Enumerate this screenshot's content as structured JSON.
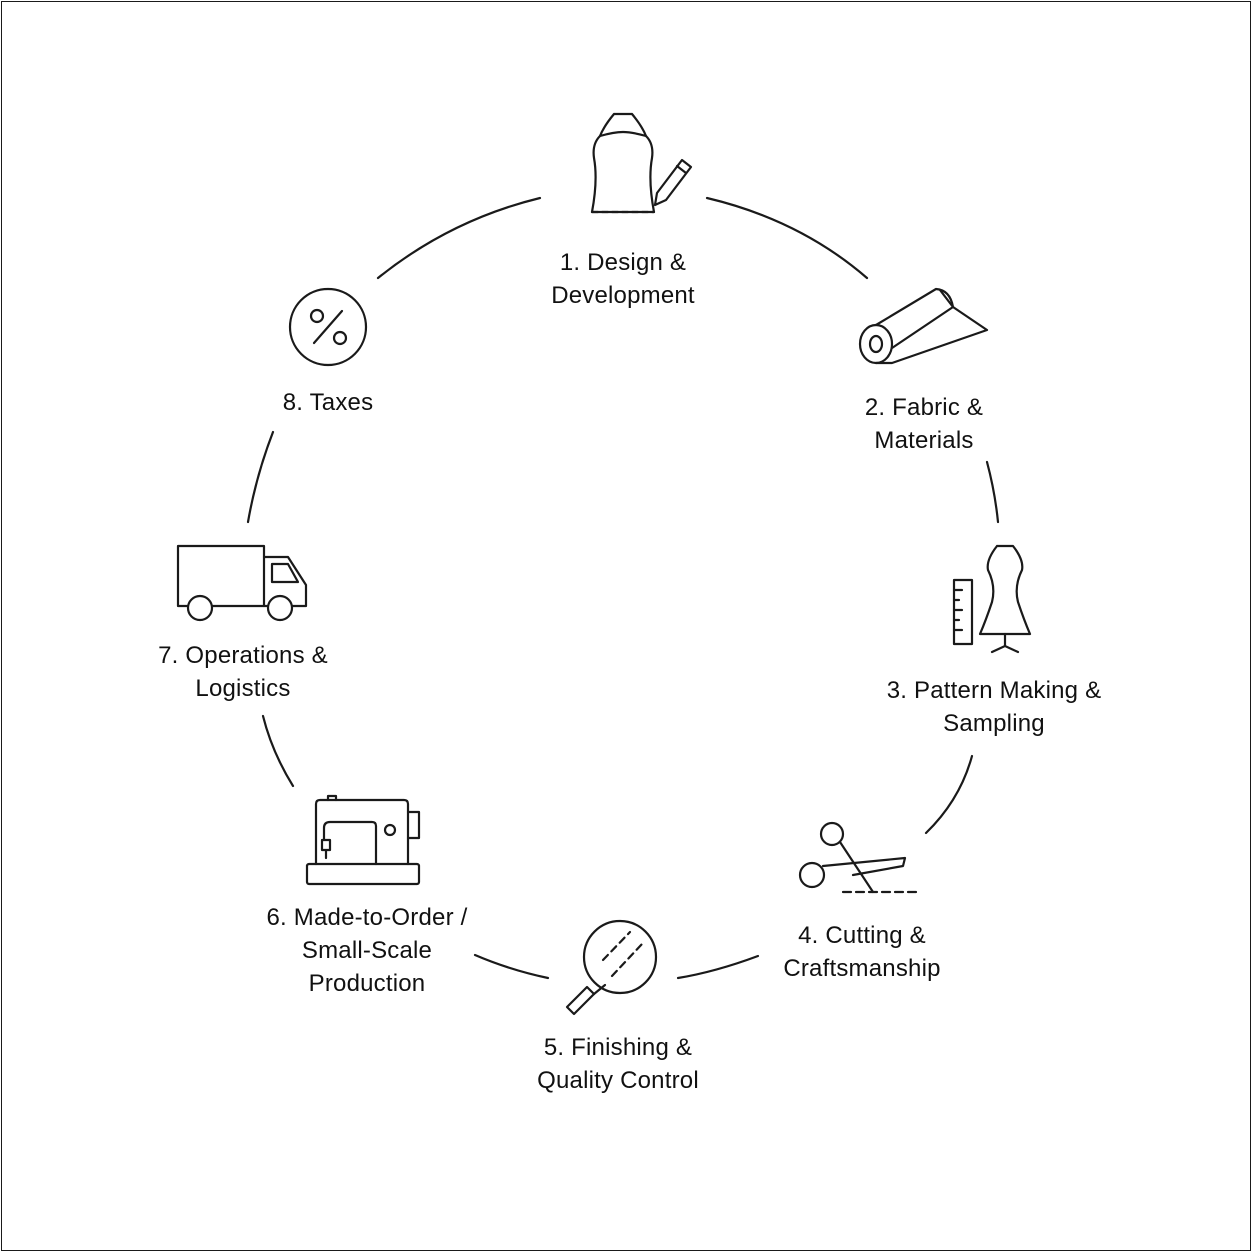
{
  "diagram": {
    "type": "cycle",
    "stroke_color": "#1a1a1a",
    "text_color": "#111111",
    "background": "#ffffff",
    "stages": [
      {
        "id": "design-development",
        "icon": "dress-form-pencil-icon",
        "lines": [
          "1. Design &",
          "Development"
        ]
      },
      {
        "id": "fabric-materials",
        "icon": "fabric-roll-icon",
        "lines": [
          "2. Fabric &",
          "Materials"
        ]
      },
      {
        "id": "pattern-making-sampling",
        "icon": "ruler-mannequin-icon",
        "lines": [
          "3. Pattern Making &",
          "Sampling"
        ]
      },
      {
        "id": "cutting-craftsmanship",
        "icon": "scissors-icon",
        "lines": [
          "4. Cutting &",
          "Craftsmanship"
        ]
      },
      {
        "id": "finishing-quality-control",
        "icon": "magnifying-glass-icon",
        "lines": [
          "5. Finishing &",
          "Quality Control"
        ]
      },
      {
        "id": "made-to-order-production",
        "icon": "sewing-machine-icon",
        "lines": [
          "6. Made-to-Order /",
          "Small-Scale",
          "Production"
        ]
      },
      {
        "id": "operations-logistics",
        "icon": "delivery-truck-icon",
        "lines": [
          "7. Operations &",
          "Logistics"
        ]
      },
      {
        "id": "taxes",
        "icon": "percent-icon",
        "lines": [
          "8. Taxes"
        ]
      }
    ]
  }
}
